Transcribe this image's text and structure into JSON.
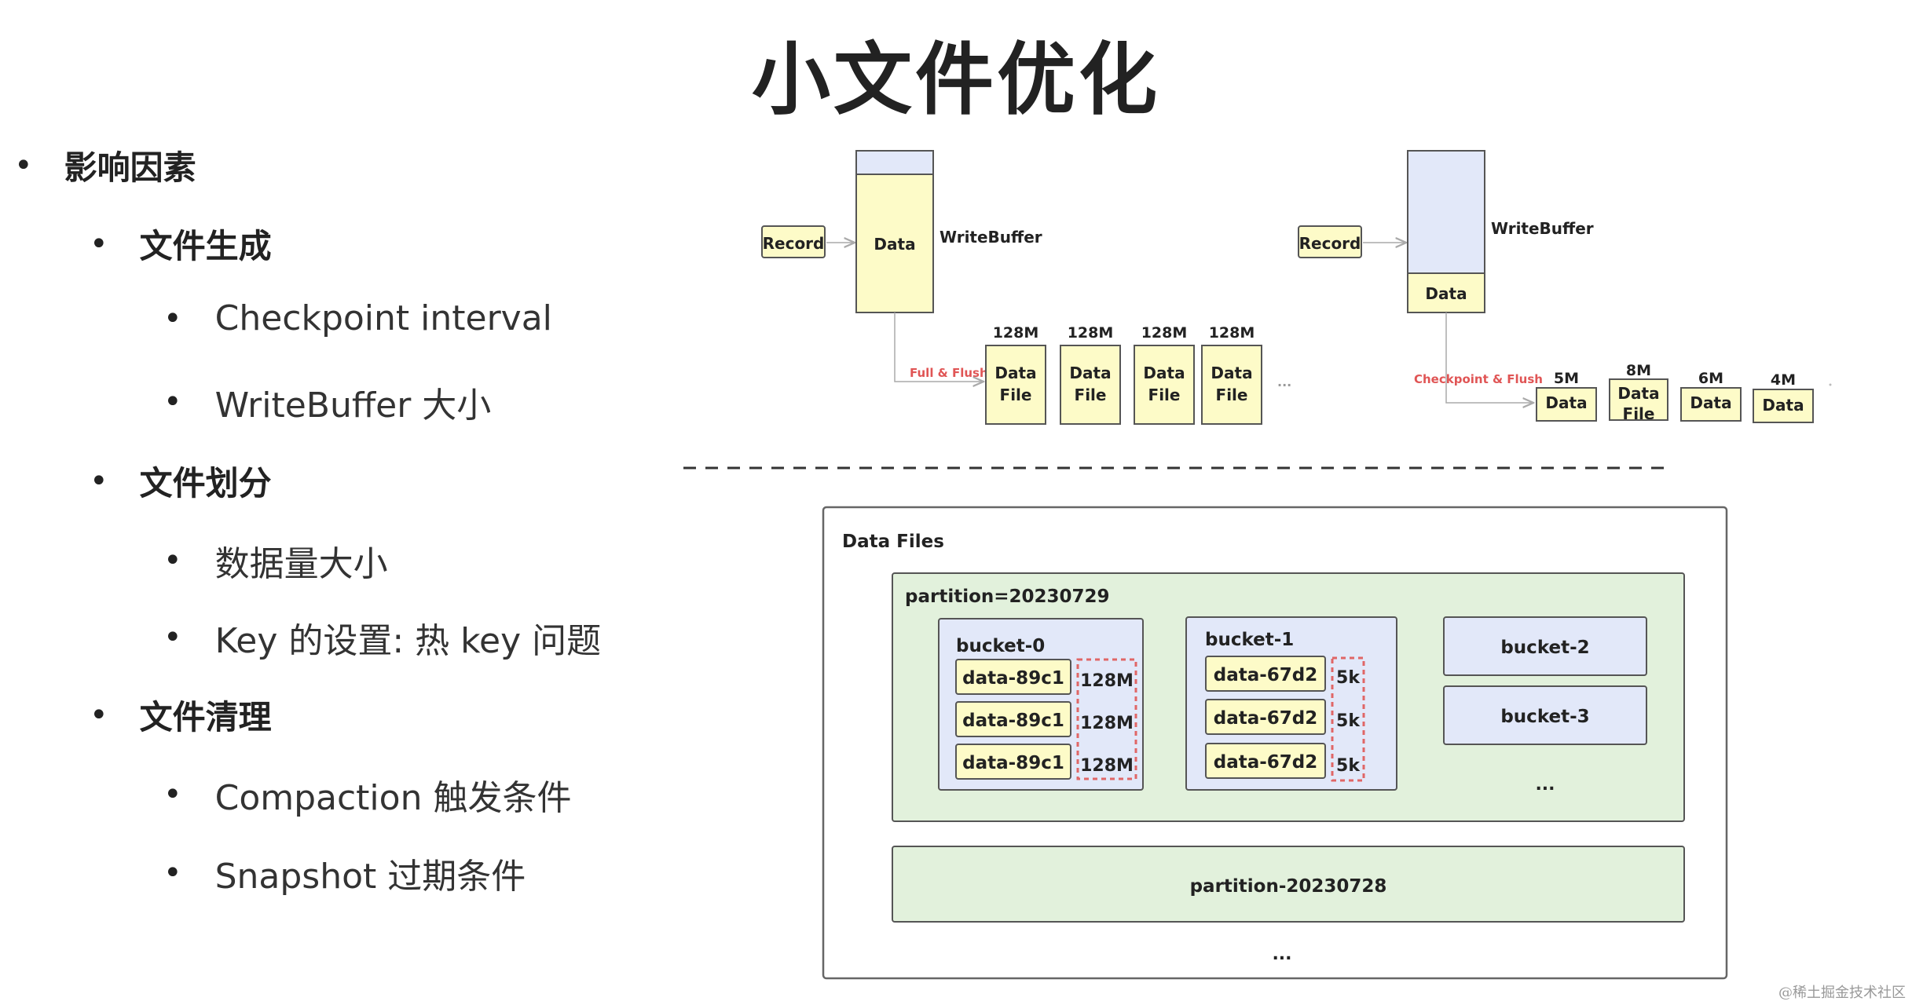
{
  "title": "小文件优化",
  "outline": {
    "factors": "影响因素",
    "generation": "文件生成",
    "checkpoint_interval": "Checkpoint interval",
    "writebuffer_size": "WriteBuffer 大小",
    "division": "文件划分",
    "data_volume": "数据量大小",
    "key_setting": "Key 的设置: 热 key 问题",
    "cleanup": "文件清理",
    "compaction": "Compaction 触发条件",
    "snapshot": "Snapshot 过期条件"
  },
  "flow_left": {
    "record": "Record",
    "data": "Data",
    "writebuffer": "WriteBuffer",
    "flush_label": "Full & Flush",
    "files": [
      {
        "size": "128M",
        "line1": "Data",
        "line2": "File"
      },
      {
        "size": "128M",
        "line1": "Data",
        "line2": "File"
      },
      {
        "size": "128M",
        "line1": "Data",
        "line2": "File"
      },
      {
        "size": "128M",
        "line1": "Data",
        "line2": "File"
      }
    ],
    "ellipsis": "..."
  },
  "flow_right": {
    "record": "Record",
    "data": "Data",
    "writebuffer": "WriteBuffer",
    "flush_label": "Checkpoint & Flush",
    "files": [
      {
        "size": "5M",
        "line1": "Data",
        "line2": ""
      },
      {
        "size": "8M",
        "line1": "Data",
        "line2": "File"
      },
      {
        "size": "6M",
        "line1": "Data",
        "line2": ""
      },
      {
        "size": "4M",
        "line1": "Data",
        "line2": ""
      }
    ]
  },
  "data_files": {
    "title": "Data Files",
    "partition_a": "partition=20230729",
    "bucket0": {
      "name": "bucket-0",
      "files": [
        "data-89c1",
        "data-89c1",
        "data-89c1"
      ],
      "sizes": [
        "128M",
        "128M",
        "128M"
      ]
    },
    "bucket1": {
      "name": "bucket-1",
      "files": [
        "data-67d2",
        "data-67d2",
        "data-67d2"
      ],
      "sizes": [
        "5k",
        "5k",
        "5k"
      ]
    },
    "bucket2": "bucket-2",
    "bucket3": "bucket-3",
    "bucket_ellipsis": "...",
    "partition_b": "partition-20230728",
    "partition_ellipsis": "..."
  },
  "watermark": "@稀土掘金技术社区",
  "colors": {
    "yellow": "#fdfbc8",
    "blue": "#e2e8f9",
    "green": "#e2f1dc",
    "red_dash": "#e06666",
    "flush_red": "#e05555",
    "border": "#555555"
  }
}
